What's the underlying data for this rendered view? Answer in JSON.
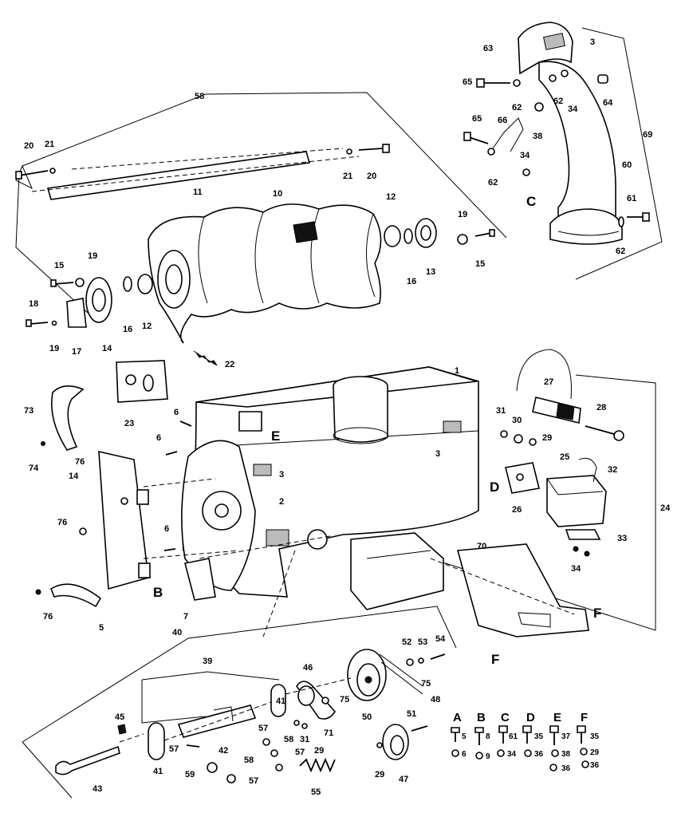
{
  "figure": {
    "callouts": [
      {
        "id": "c3a",
        "text": "3"
      },
      {
        "id": "c63",
        "text": "63"
      },
      {
        "id": "c65a",
        "text": "65"
      },
      {
        "id": "c62a",
        "text": "62"
      },
      {
        "id": "c62b",
        "text": "62"
      },
      {
        "id": "c34a",
        "text": "34"
      },
      {
        "id": "c64",
        "text": "64"
      },
      {
        "id": "c58",
        "text": "58"
      },
      {
        "id": "c69",
        "text": "69"
      },
      {
        "id": "c65b",
        "text": "65"
      },
      {
        "id": "c66",
        "text": "66"
      },
      {
        "id": "c38a",
        "text": "38"
      },
      {
        "id": "c34b",
        "text": "34"
      },
      {
        "id": "c62c",
        "text": "62"
      },
      {
        "id": "c60",
        "text": "60"
      },
      {
        "id": "c20a",
        "text": "20"
      },
      {
        "id": "c21a",
        "text": "21"
      },
      {
        "id": "c21b",
        "text": "21"
      },
      {
        "id": "c20b",
        "text": "20"
      },
      {
        "id": "c11",
        "text": "11"
      },
      {
        "id": "c10",
        "text": "10"
      },
      {
        "id": "c12a",
        "text": "12"
      },
      {
        "id": "c19a",
        "text": "19"
      },
      {
        "id": "c61",
        "text": "61"
      },
      {
        "id": "c62d",
        "text": "62"
      },
      {
        "id": "c16a",
        "text": "16"
      },
      {
        "id": "c13",
        "text": "13"
      },
      {
        "id": "c15a",
        "text": "15"
      },
      {
        "id": "c15b",
        "text": "15"
      },
      {
        "id": "c19b",
        "text": "19"
      },
      {
        "id": "c18",
        "text": "18"
      },
      {
        "id": "c19c",
        "text": "19"
      },
      {
        "id": "c17",
        "text": "17"
      },
      {
        "id": "c14a",
        "text": "14"
      },
      {
        "id": "c16b",
        "text": "16"
      },
      {
        "id": "c12b",
        "text": "12"
      },
      {
        "id": "c22",
        "text": "22"
      },
      {
        "id": "c1",
        "text": "1"
      },
      {
        "id": "c27",
        "text": "27"
      },
      {
        "id": "c73",
        "text": "73"
      },
      {
        "id": "c23",
        "text": "23"
      },
      {
        "id": "c6a",
        "text": "6"
      },
      {
        "id": "c6b",
        "text": "6"
      },
      {
        "id": "c31a",
        "text": "31"
      },
      {
        "id": "c30",
        "text": "30"
      },
      {
        "id": "c28",
        "text": "28"
      },
      {
        "id": "c29a",
        "text": "29"
      },
      {
        "id": "c74",
        "text": "74"
      },
      {
        "id": "c76a",
        "text": "76"
      },
      {
        "id": "c14b",
        "text": "14"
      },
      {
        "id": "c3b",
        "text": "3"
      },
      {
        "id": "c3c",
        "text": "3"
      },
      {
        "id": "c25",
        "text": "25"
      },
      {
        "id": "c32",
        "text": "32"
      },
      {
        "id": "c26",
        "text": "26"
      },
      {
        "id": "c2",
        "text": "2"
      },
      {
        "id": "c24",
        "text": "24"
      },
      {
        "id": "c76b",
        "text": "76"
      },
      {
        "id": "c6c",
        "text": "6"
      },
      {
        "id": "c33",
        "text": "33"
      },
      {
        "id": "c70",
        "text": "70"
      },
      {
        "id": "c34c",
        "text": "34"
      },
      {
        "id": "c76c",
        "text": "76"
      },
      {
        "id": "c7",
        "text": "7"
      },
      {
        "id": "c5",
        "text": "5"
      },
      {
        "id": "c40",
        "text": "40"
      },
      {
        "id": "c52",
        "text": "52"
      },
      {
        "id": "c53",
        "text": "53"
      },
      {
        "id": "c54",
        "text": "54"
      },
      {
        "id": "c39",
        "text": "39"
      },
      {
        "id": "c46",
        "text": "46"
      },
      {
        "id": "c75a",
        "text": "75"
      },
      {
        "id": "c75b",
        "text": "75"
      },
      {
        "id": "c41a",
        "text": "41"
      },
      {
        "id": "c50",
        "text": "50"
      },
      {
        "id": "c51",
        "text": "51"
      },
      {
        "id": "c48",
        "text": "48"
      },
      {
        "id": "c45",
        "text": "45"
      },
      {
        "id": "c57a",
        "text": "57"
      },
      {
        "id": "c71",
        "text": "71"
      },
      {
        "id": "c42",
        "text": "42"
      },
      {
        "id": "c57b",
        "text": "57"
      },
      {
        "id": "c58b",
        "text": "58"
      },
      {
        "id": "c31b",
        "text": "31"
      },
      {
        "id": "c29b",
        "text": "29"
      },
      {
        "id": "c41b",
        "text": "41"
      },
      {
        "id": "c58c",
        "text": "58"
      },
      {
        "id": "c57c",
        "text": "57"
      },
      {
        "id": "c59",
        "text": "59"
      },
      {
        "id": "c57d",
        "text": "57"
      },
      {
        "id": "c55",
        "text": "55"
      },
      {
        "id": "c29c",
        "text": "29"
      },
      {
        "id": "c47",
        "text": "47"
      },
      {
        "id": "c43",
        "text": "43"
      }
    ],
    "letters": [
      {
        "id": "lC",
        "text": "C"
      },
      {
        "id": "lE",
        "text": "E"
      },
      {
        "id": "lD",
        "text": "D"
      },
      {
        "id": "lB",
        "text": "B"
      },
      {
        "id": "lF1",
        "text": "F"
      },
      {
        "id": "lF2",
        "text": "F"
      }
    ],
    "hardware_key": [
      {
        "letter": "A",
        "items": [
          "5",
          "6"
        ]
      },
      {
        "letter": "B",
        "items": [
          "8",
          "9"
        ]
      },
      {
        "letter": "C",
        "items": [
          "61",
          "34"
        ]
      },
      {
        "letter": "D",
        "items": [
          "35",
          "36"
        ]
      },
      {
        "letter": "E",
        "items": [
          "37",
          "38",
          "36"
        ]
      },
      {
        "letter": "F",
        "items": [
          "35",
          "29",
          "36"
        ]
      }
    ]
  }
}
